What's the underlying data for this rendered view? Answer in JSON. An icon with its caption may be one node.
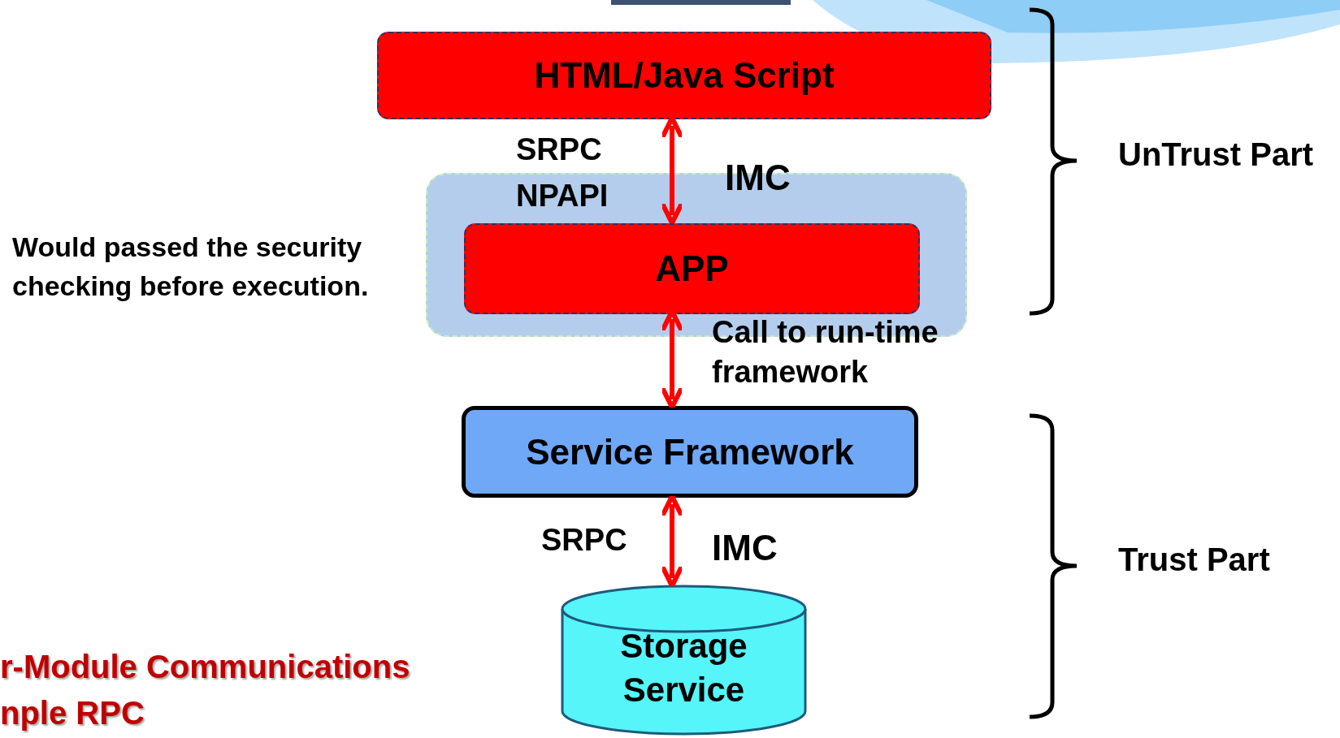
{
  "diagram": {
    "nodes": [
      {
        "text": [
          "HTML/Java Script"
        ]
      },
      {
        "text": [],
        "shape": "box",
        "beside": [
          "Would passed the security checking before execution."
        ]
      },
      {
        "text": [
          "APP"
        ],
        "in": 1
      },
      {
        "text": [
          "Service Framework"
        ]
      },
      {
        "text": [
          "Storage Service"
        ]
      }
    ],
    "edges": [
      {
        "from": 0,
        "to": 2,
        "arrow": "both",
        "color": "#ff0000"
      },
      {
        "from": 2,
        "to": 3,
        "arrow": "both",
        "color": "#ff0000"
      },
      {
        "from": 3,
        "to": 4,
        "arrow": "both",
        "color": "#ff0000"
      }
    ],
    "labels": [
      "SRPC",
      "NPAPI",
      "IMC",
      "UnTrust Part",
      "Call to run-time framework",
      "SRPC",
      "IMC",
      "Trust Part",
      "r-Module Communications",
      "nple RPC"
    ]
  }
}
